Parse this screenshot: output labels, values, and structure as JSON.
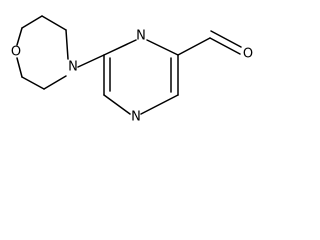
{
  "diagram": {
    "type": "chemical-structure",
    "atoms": {
      "ring_oxygen": "O",
      "ring_nitrogen": "N",
      "pyrimidine_n_top": "N",
      "pyrimidine_n_bottom": "N",
      "aldehyde_oxygen": "O"
    }
  }
}
